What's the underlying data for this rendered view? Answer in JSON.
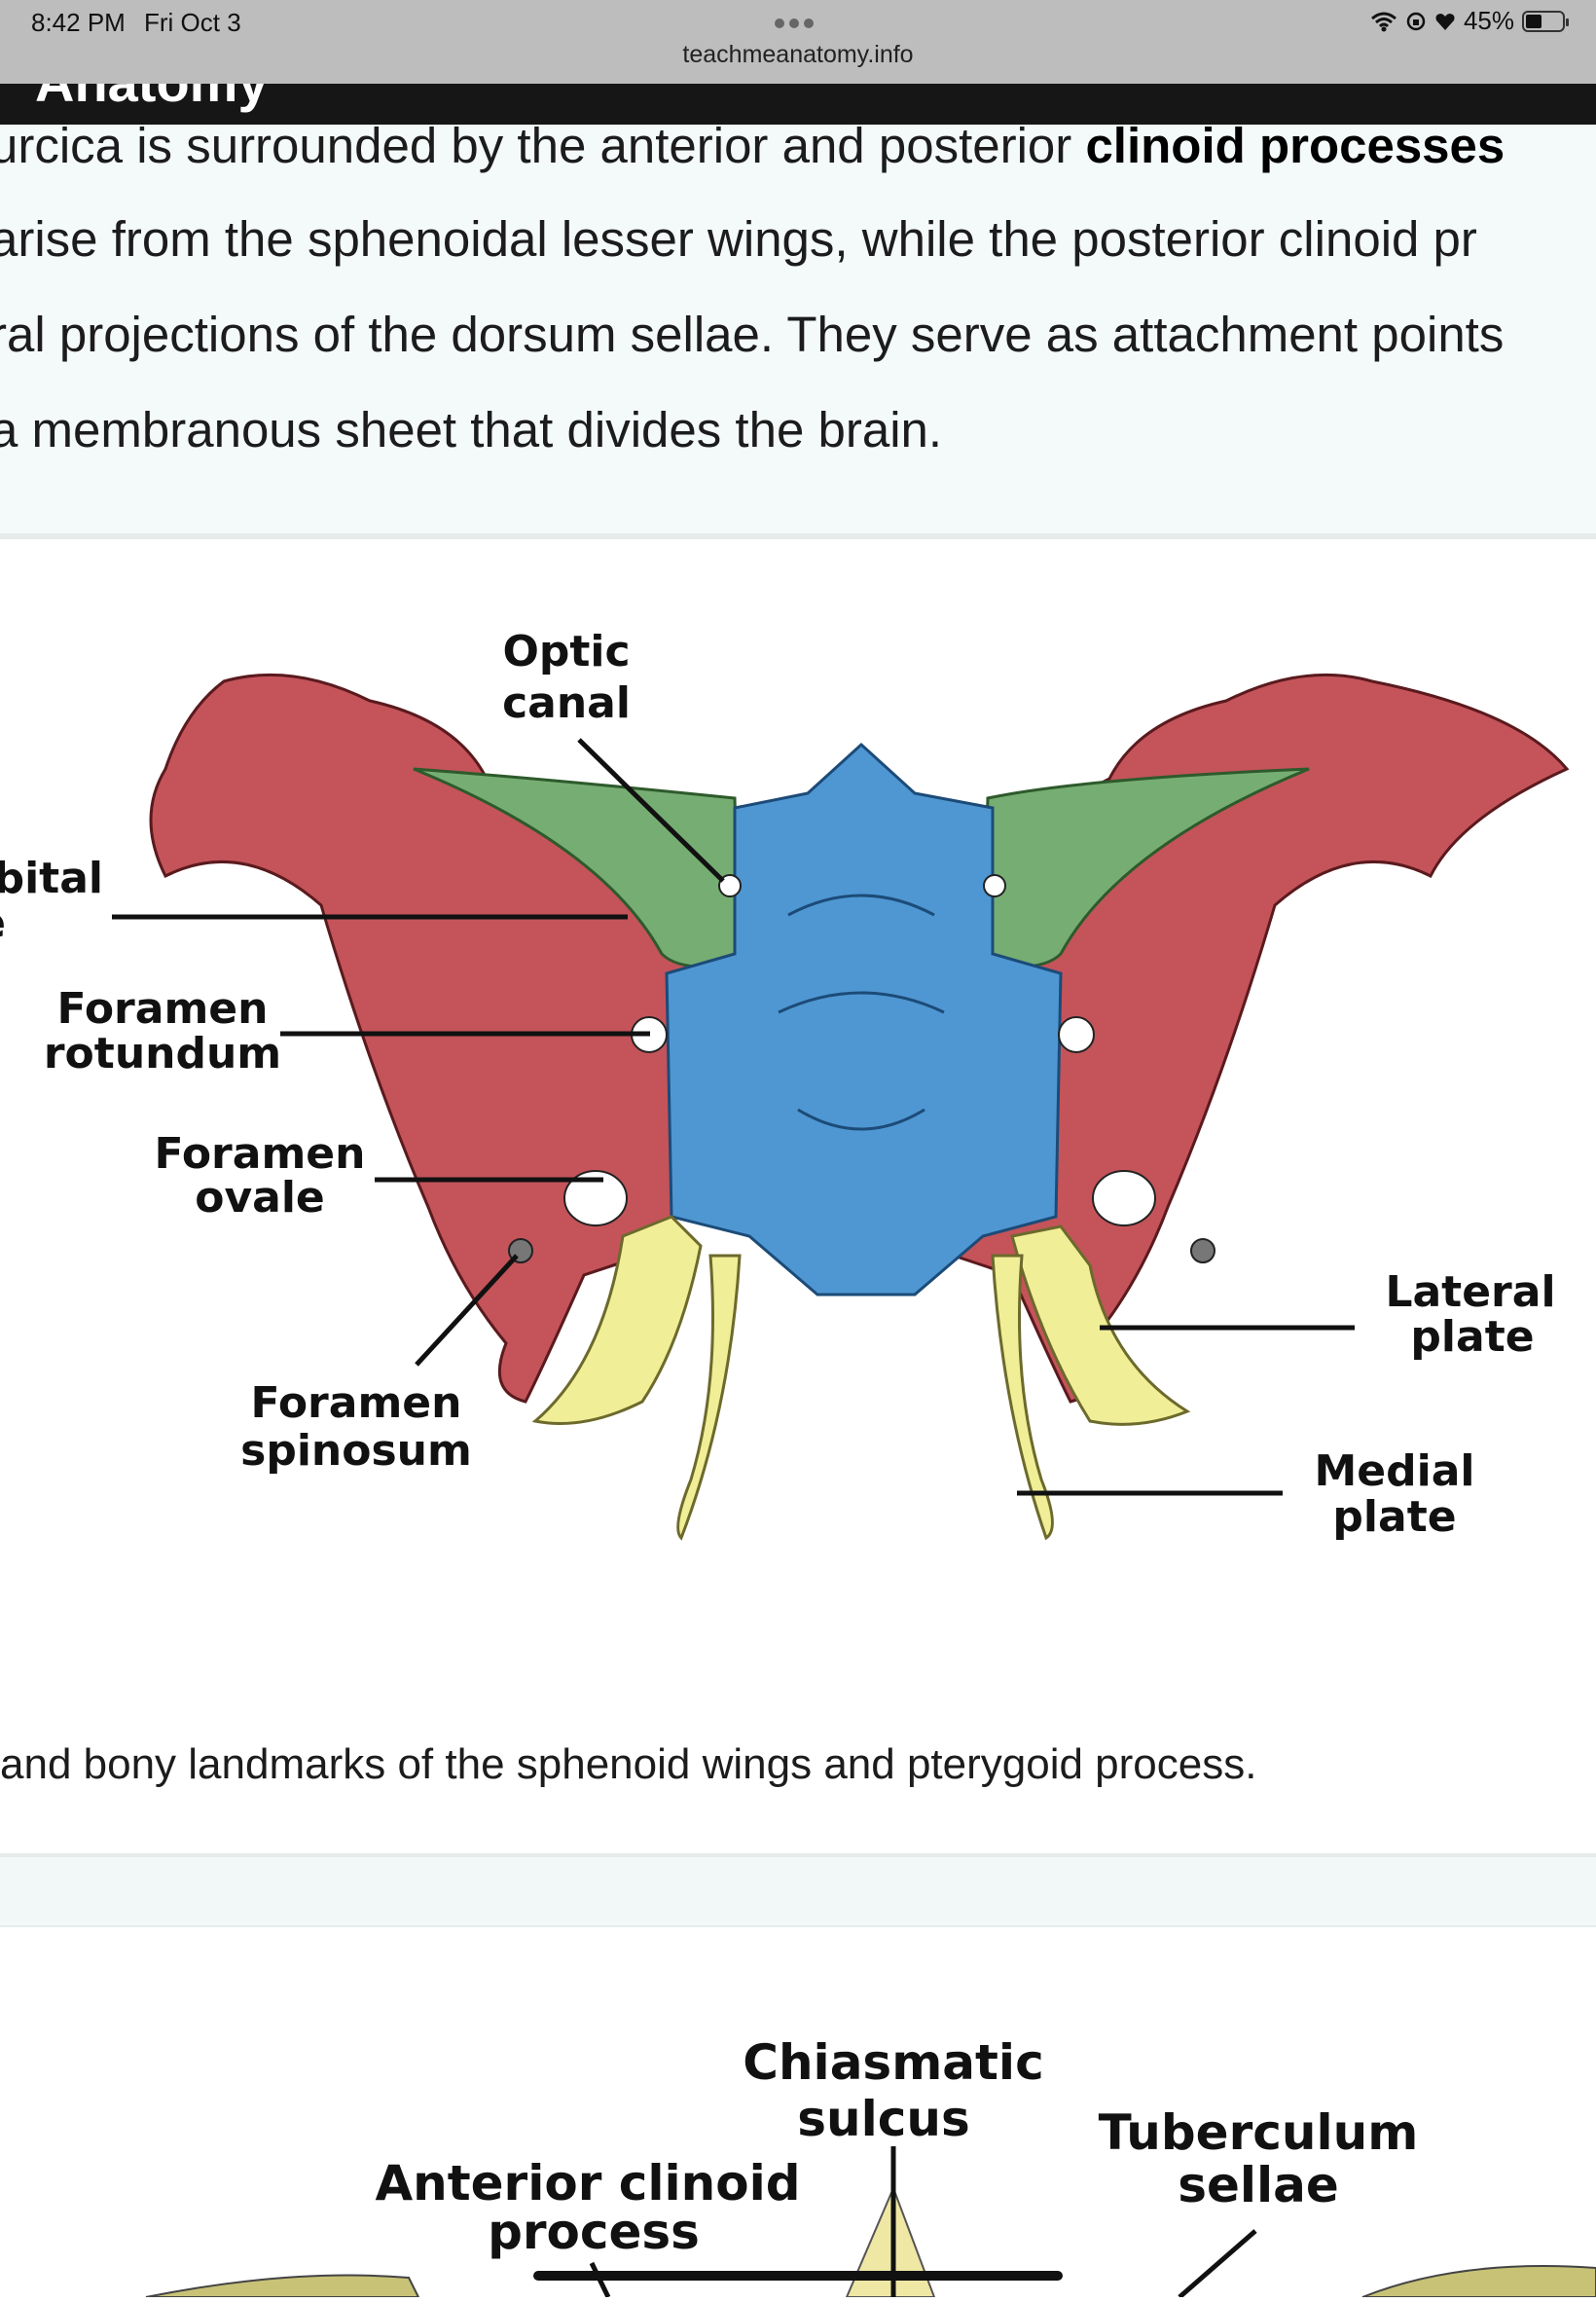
{
  "status": {
    "time": "8:42 PM",
    "date": "Fri Oct 3",
    "url": "teachmeanatomy.info",
    "battery": "45%",
    "battery_level": 0.45
  },
  "site": {
    "title": "Anatomy"
  },
  "paragraph": {
    "line1_pre": "urcica is surrounded by the anterior and posterior ",
    "line1_bold": "clinoid processes",
    "line2": "arise from the sphenoidal lesser wings, while the posterior clinoid pr",
    "line3": "ral projections of the dorsum sellae. They serve as attachment points",
    "line4": "a membranous sheet that divides the brain."
  },
  "figure1": {
    "labels": {
      "optic_1": "Optic",
      "optic_2": "canal",
      "orbital_1": "rbital",
      "orbital_2": "e",
      "rotundum_1": "Foramen",
      "rotundum_2": "rotundum",
      "ovale_1": "Foramen",
      "ovale_2": "ovale",
      "spinosum_1": "Foramen",
      "spinosum_2": "spinosum",
      "lateral_1": "Lateral",
      "lateral_2": "plate",
      "medial_1": "Medial",
      "medial_2": "plate"
    },
    "colors": {
      "greater_wing": "#c4545a",
      "lesser_wing": "#76ad73",
      "body": "#4f97d2",
      "pterygoid": "#f1ee98"
    }
  },
  "caption": "and bony landmarks of the sphenoid wings and pterygoid process.",
  "figure2": {
    "labels": {
      "chiasmatic_1": "Chiasmatic",
      "chiasmatic_2": "sulcus",
      "tuberculum_1": "Tuberculum",
      "tuberculum_2": "sellae",
      "anterior_1": "Anterior clinoid",
      "anterior_2": "process"
    }
  }
}
